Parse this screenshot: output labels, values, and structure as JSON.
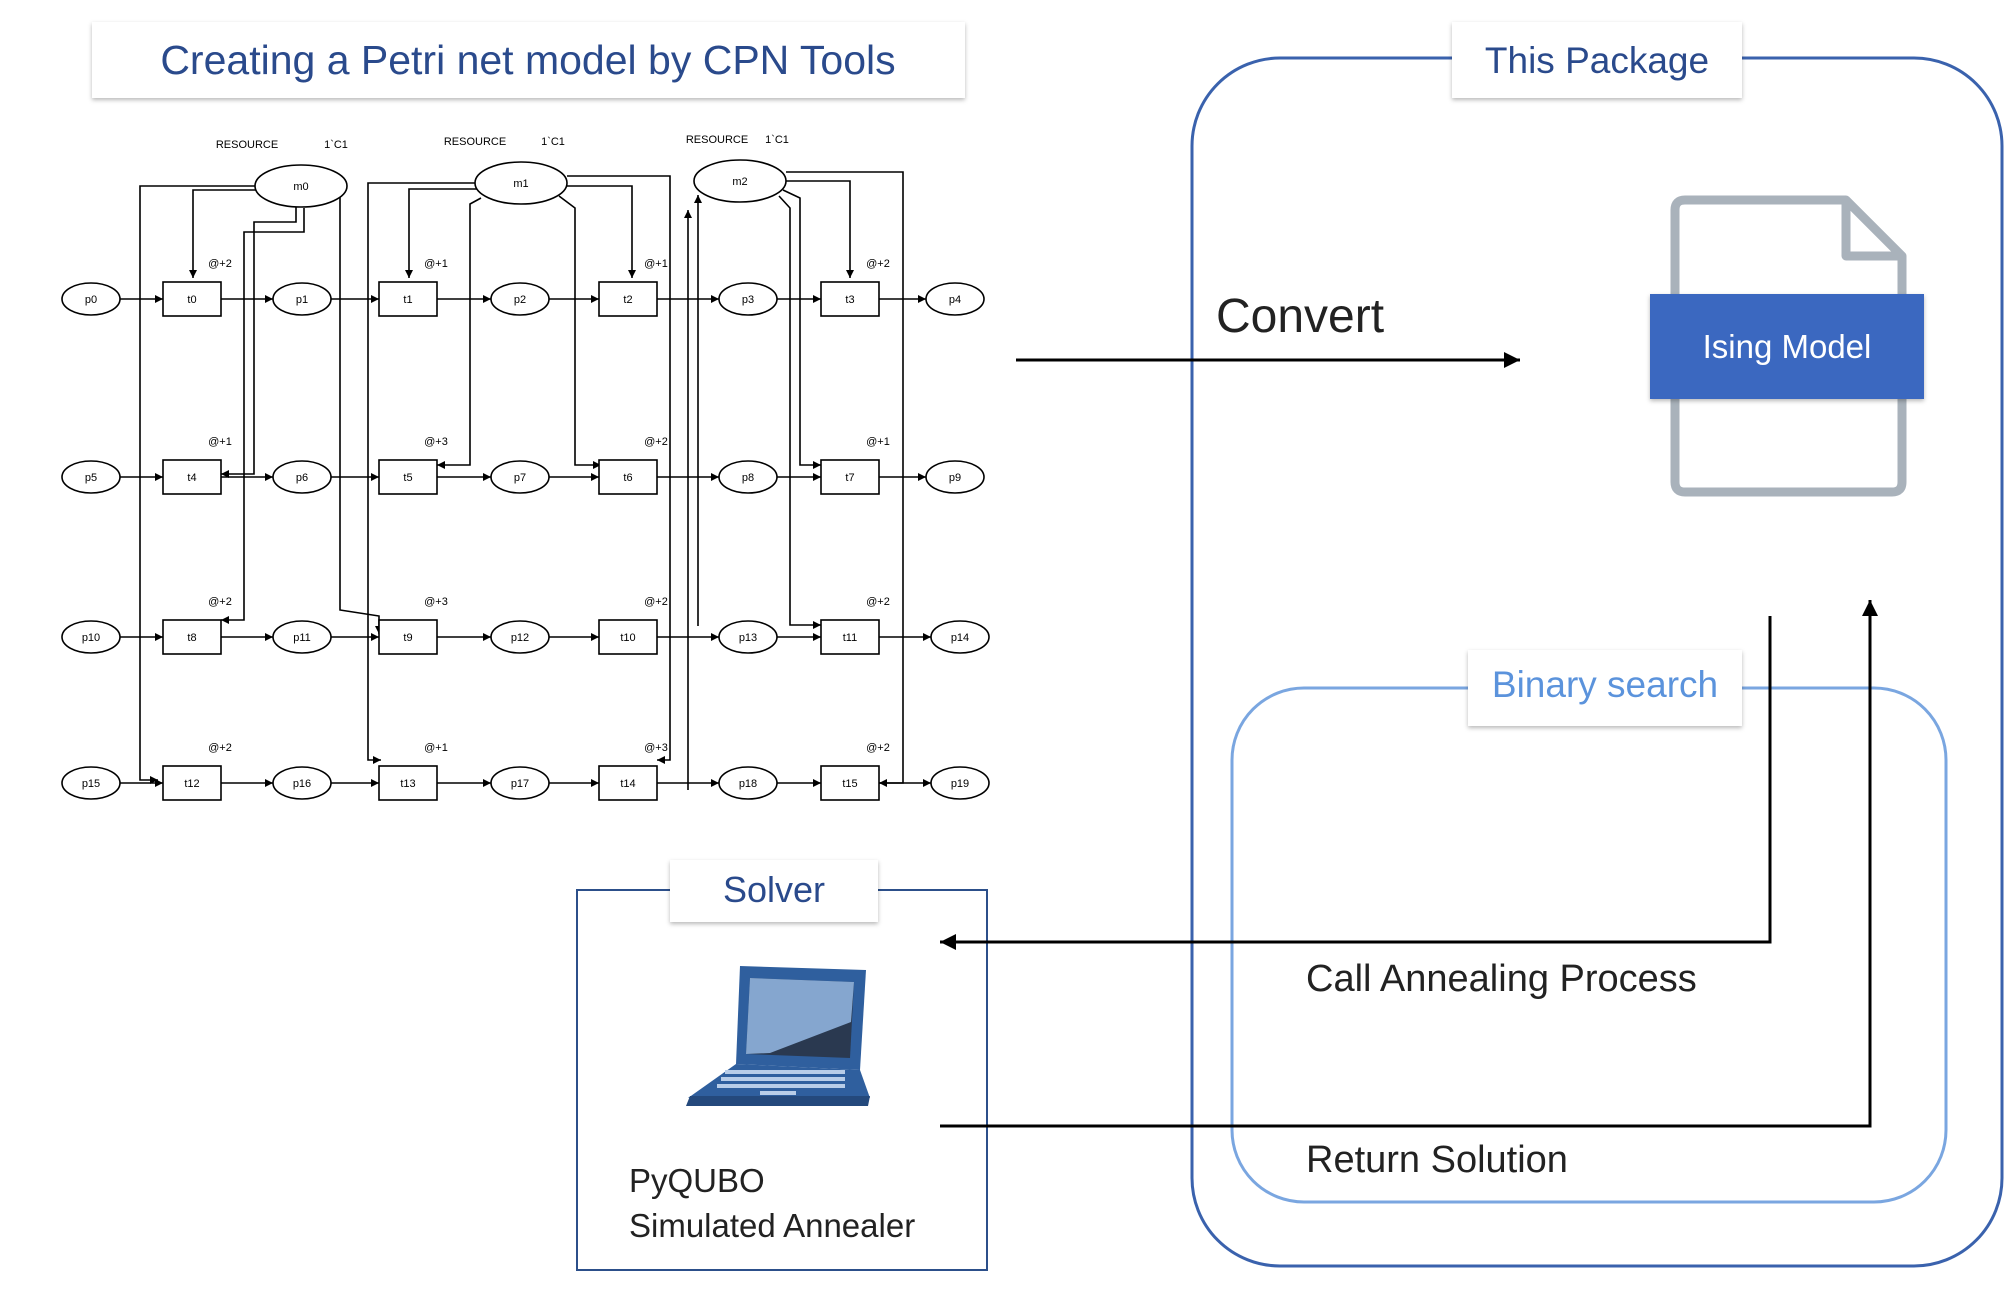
{
  "titles": {
    "petri": "Creating a Petri net model by CPN Tools",
    "package": "This Package",
    "binary_search": "Binary search",
    "solver": "Solver"
  },
  "labels": {
    "convert": "Convert",
    "ising_model": "Ising Model",
    "call_annealing": "Call Annealing Process",
    "return_solution": "Return Solution",
    "solver_line1": "PyQUBO",
    "solver_line2": "Simulated Annealer"
  },
  "petri_net": {
    "resource_label": "RESOURCE",
    "token_label": "1`C1",
    "resources": [
      "m0",
      "m1",
      "m2"
    ],
    "rows": [
      {
        "places": [
          "p0",
          "p1",
          "p2",
          "p3",
          "p4"
        ],
        "transitions": [
          "t0",
          "t1",
          "t2",
          "t3"
        ],
        "delays": [
          "@+2",
          "@+1",
          "@+1",
          "@+2"
        ]
      },
      {
        "places": [
          "p5",
          "p6",
          "p7",
          "p8",
          "p9"
        ],
        "transitions": [
          "t4",
          "t5",
          "t6",
          "t7"
        ],
        "delays": [
          "@+1",
          "@+3",
          "@+2",
          "@+1"
        ]
      },
      {
        "places": [
          "p10",
          "p11",
          "p12",
          "p13",
          "p14"
        ],
        "transitions": [
          "t8",
          "t9",
          "t10",
          "t11"
        ],
        "delays": [
          "@+2",
          "@+3",
          "@+2",
          "@+2"
        ]
      },
      {
        "places": [
          "p15",
          "p16",
          "p17",
          "p18",
          "p19"
        ],
        "transitions": [
          "t12",
          "t13",
          "t14",
          "t15"
        ],
        "delays": [
          "@+2",
          "@+1",
          "@+3",
          "@+2"
        ]
      }
    ]
  },
  "colors": {
    "title_text": "#2a4a8c",
    "package_border": "#3a62ad",
    "binary_border": "#7aa6e0",
    "binary_text": "#5b93dc",
    "ising_fill": "#3a67c0",
    "doc_outline": "#a9b2bb",
    "laptop_body": "#2f5f9e",
    "laptop_screen": "#2a3950"
  },
  "icons": {
    "document": "document-icon",
    "laptop": "laptop-icon"
  }
}
